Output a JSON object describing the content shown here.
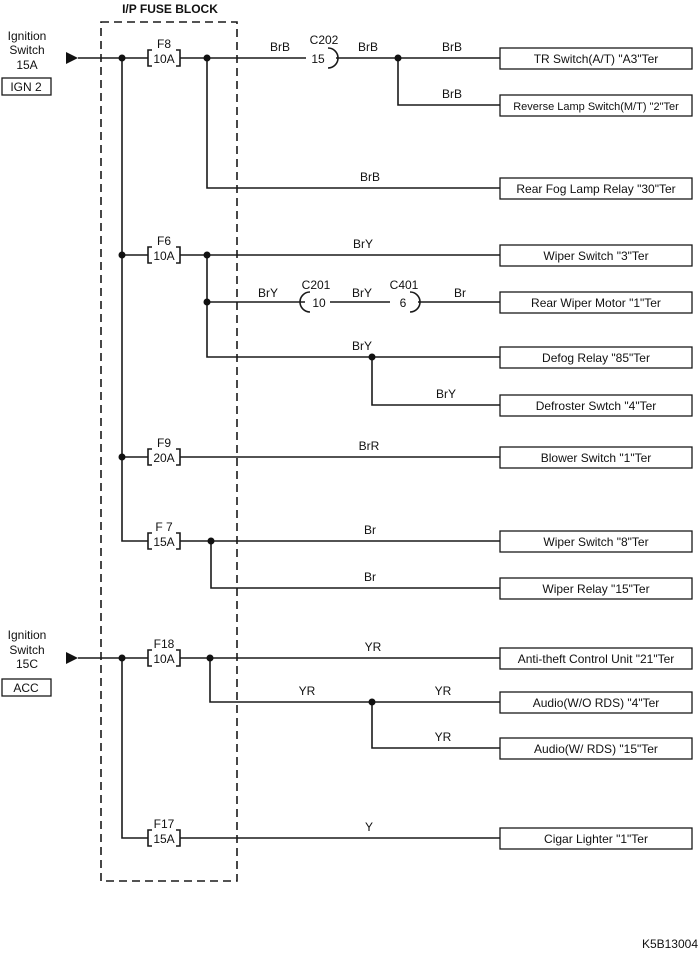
{
  "title": "I/P FUSE BLOCK",
  "diagram_id": "K5B13004",
  "sources": [
    {
      "line1": "Ignition",
      "line2": "Switch",
      "line3": "15A",
      "tag": "IGN 2"
    },
    {
      "line1": "Ignition",
      "line2": "Switch",
      "line3": "15C",
      "tag": "ACC"
    }
  ],
  "fuses": [
    {
      "name": "F8",
      "rating": "10A"
    },
    {
      "name": "F6",
      "rating": "10A"
    },
    {
      "name": "F9",
      "rating": "20A"
    },
    {
      "name": "F 7",
      "rating": "15A"
    },
    {
      "name": "F18",
      "rating": "10A"
    },
    {
      "name": "F17",
      "rating": "15A"
    }
  ],
  "connectors": [
    {
      "name": "C202",
      "pin": "15"
    },
    {
      "name": "C201",
      "pin": "10"
    },
    {
      "name": "C401",
      "pin": "6"
    }
  ],
  "wire_labels": {
    "f8_main": "BrB",
    "c202_out": "BrB",
    "tr_switch": "BrB",
    "reverse_lamp": "BrB",
    "rear_fog": "BrB",
    "wiper_3": "BrY",
    "rear_wiper_a": "BrY",
    "rear_wiper_b": "BrY",
    "rear_wiper_c": "Br",
    "defog": "BrY",
    "defroster": "BrY",
    "blower": "BrR",
    "wiper_8": "Br",
    "wiper_relay": "Br",
    "antitheft": "YR",
    "audio_a": "YR",
    "audio_b": "YR",
    "audio_rds": "YR",
    "cigar": "Y"
  },
  "components": [
    "TR Switch(A/T) \"A3\"Ter",
    "Reverse Lamp Switch(M/T) \"2\"Ter",
    "Rear Fog Lamp Relay \"30\"Ter",
    "Wiper Switch \"3\"Ter",
    "Rear Wiper Motor \"1\"Ter",
    "Defog Relay \"85\"Ter",
    "Defroster Swtch \"4\"Ter",
    "Blower Switch \"1\"Ter",
    "Wiper Switch \"8\"Ter",
    "Wiper Relay \"15\"Ter",
    "Anti-theft Control Unit \"21\"Ter",
    "Audio(W/O RDS) \"4\"Ter",
    "Audio(W/ RDS) \"15\"Ter",
    "Cigar Lighter \"1\"Ter"
  ]
}
